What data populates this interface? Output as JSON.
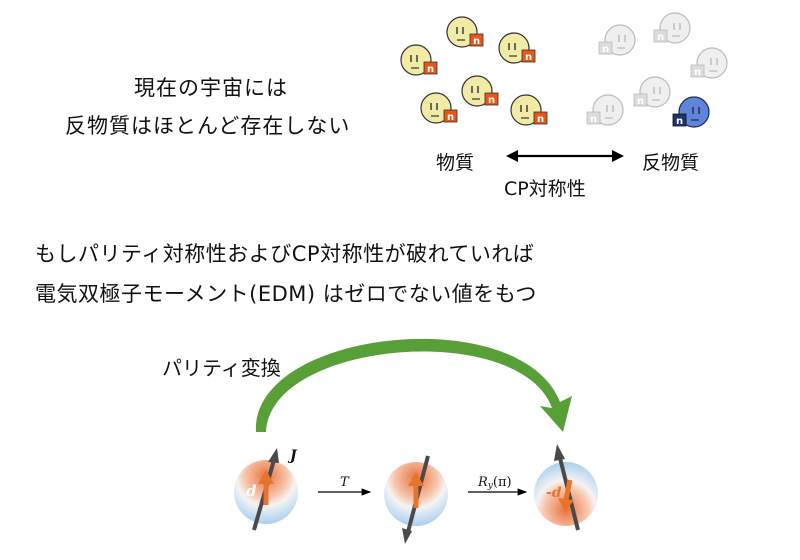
{
  "intro": {
    "line1": "現在の宇宙には",
    "line2": "反物質はほとんど存在しない"
  },
  "labels": {
    "matter": "物質",
    "antimatter": "反物質",
    "cp": "CP対称性",
    "parity": "パリティ変換"
  },
  "statement": {
    "line1": "もしパリティ対称性およびCP対称性が破れていれば",
    "line2": "電気双極子モーメント(EDM) はゼロでない値をもつ"
  },
  "particles": {
    "matter_tag": "n",
    "antimatter_tag": "n"
  },
  "figure": {
    "spin_label": "J",
    "dipole_label": "d",
    "dipole_neg_label": "-d",
    "t_label": "T",
    "r_label": "R",
    "r_sub": "y",
    "r_arg": "(π)"
  },
  "colors": {
    "particle_face": "#f2eba6",
    "particle_tag": "#e9561a",
    "ghost_face": "#e8e8e8",
    "anti_face": "#5f86d6",
    "anti_tag": "#1e3470",
    "parity_arrow": "#4f9a2c",
    "dipole_arrow": "#e8742c",
    "sphere_red": "#ee8a5f",
    "sphere_blue": "#aed3f0"
  }
}
